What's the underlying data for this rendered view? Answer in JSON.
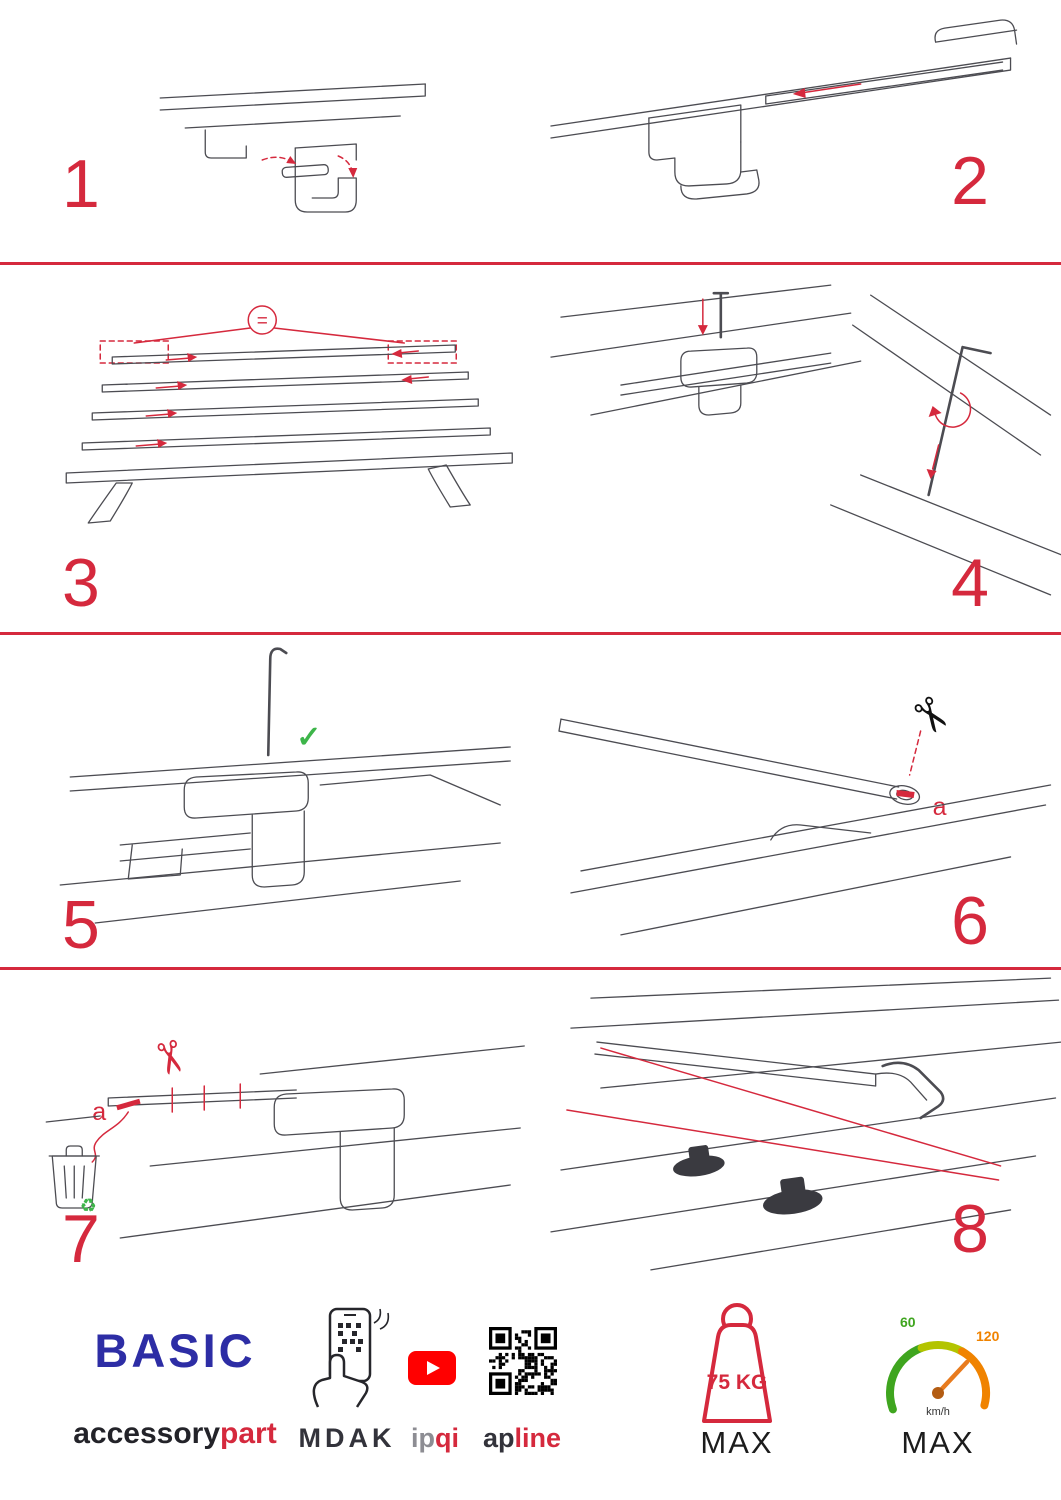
{
  "steps": [
    {
      "number": "1"
    },
    {
      "number": "2"
    },
    {
      "number": "3"
    },
    {
      "number": "4"
    },
    {
      "number": "5"
    },
    {
      "number": "6"
    },
    {
      "number": "7"
    },
    {
      "number": "8"
    }
  ],
  "annotations": {
    "equal_sign": "=",
    "checkmark": "✓",
    "cut_label_step6": "a",
    "cut_label_step7": "a"
  },
  "icons": {
    "scissors": "✂",
    "recycle": "♻"
  },
  "footer": {
    "brand_title": "BASIC",
    "brand_sub_dark": "accessory",
    "brand_sub_red": "part",
    "logo_mdak": "MDAK",
    "logo_ipqi_gray": "ip",
    "logo_ipqi_red": "qi",
    "logo_apline_dark": "ap",
    "logo_apline_red": "line",
    "weight": {
      "value": "75 KG",
      "max_label": "MAX"
    },
    "speed": {
      "tick_low": "60",
      "tick_high": "120",
      "unit": "km/h",
      "max_label": "MAX"
    }
  },
  "colors": {
    "accent_red": "#d5293d",
    "brand_blue": "#2d2da5",
    "youtube_red": "#ff0000",
    "check_green": "#3db54a",
    "gauge_green": "#3fa51f",
    "gauge_yellow": "#b3c400",
    "gauge_orange": "#f08300"
  }
}
